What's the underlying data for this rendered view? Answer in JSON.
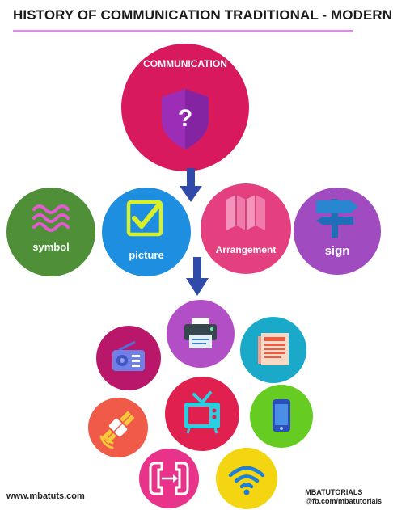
{
  "title": "HISTORY OF COMMUNICATION TRADITIONAL - MODERN",
  "center": {
    "label": "COMMUNICATION",
    "icon": "shield-question-icon"
  },
  "traditional": [
    {
      "label": "symbol",
      "icon": "waves-icon",
      "color": "#4e8f37"
    },
    {
      "label": "picture",
      "icon": "checkbox-icon",
      "color": "#1e8fe0"
    },
    {
      "label": "Arrangement",
      "icon": "map-icon",
      "color": "#e43f7f"
    },
    {
      "label": "sign",
      "icon": "signpost-icon",
      "color": "#a04bc0"
    }
  ],
  "modern": [
    {
      "name": "printer",
      "icon": "printer-icon",
      "color": "#b34fc6"
    },
    {
      "name": "radio",
      "icon": "radio-icon",
      "color": "#b8176a"
    },
    {
      "name": "newspaper",
      "icon": "newspaper-icon",
      "color": "#1aa9c9"
    },
    {
      "name": "television",
      "icon": "tv-icon",
      "color": "#e0214f"
    },
    {
      "name": "satellite",
      "icon": "satellite-icon",
      "color": "#ef5a49"
    },
    {
      "name": "mobile",
      "icon": "mobile-phone-icon",
      "color": "#66cc22"
    },
    {
      "name": "telephone",
      "icon": "telephone-icon",
      "color": "#e9328a"
    },
    {
      "name": "wifi",
      "icon": "wifi-icon",
      "color": "#f3d611"
    }
  ],
  "footer": {
    "website": "www.mbatuts.com",
    "brand": "MBATUTORIALS",
    "facebook": "@fb.com/mbatutorials"
  }
}
